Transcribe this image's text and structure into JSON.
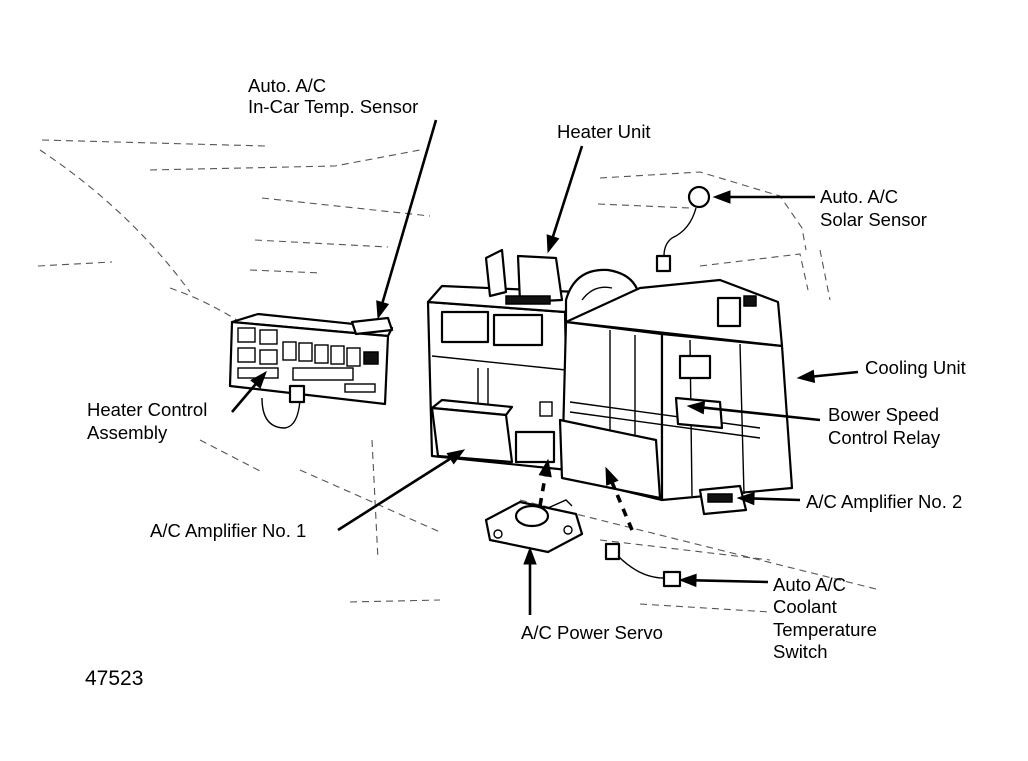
{
  "colors": {
    "ink": "#000000",
    "background": "#ffffff"
  },
  "callouts": {
    "in_car_temp_sensor": {
      "line1": "Auto. A/C",
      "line2": "In-Car Temp. Sensor"
    },
    "heater_unit": {
      "line1": "Heater Unit"
    },
    "solar_sensor": {
      "line1": "Auto. A/C",
      "line2": "Solar Sensor"
    },
    "cooling_unit": {
      "line1": "Cooling Unit"
    },
    "blower_speed_relay": {
      "line1": "Bower Speed",
      "line2": "Control Relay"
    },
    "amplifier_no2": {
      "line1": "A/C Amplifier No. 2"
    },
    "coolant_temp_switch": {
      "line1": "Auto A/C",
      "line2": "Coolant",
      "line3": "Temperature",
      "line4": "Switch"
    },
    "power_servo": {
      "line1": "A/C Power Servo"
    },
    "amplifier_no1": {
      "line1": "A/C Amplifier No. 1"
    },
    "heater_control": {
      "line1": "Heater Control",
      "line2": "Assembly"
    }
  },
  "figure_number": "47523"
}
